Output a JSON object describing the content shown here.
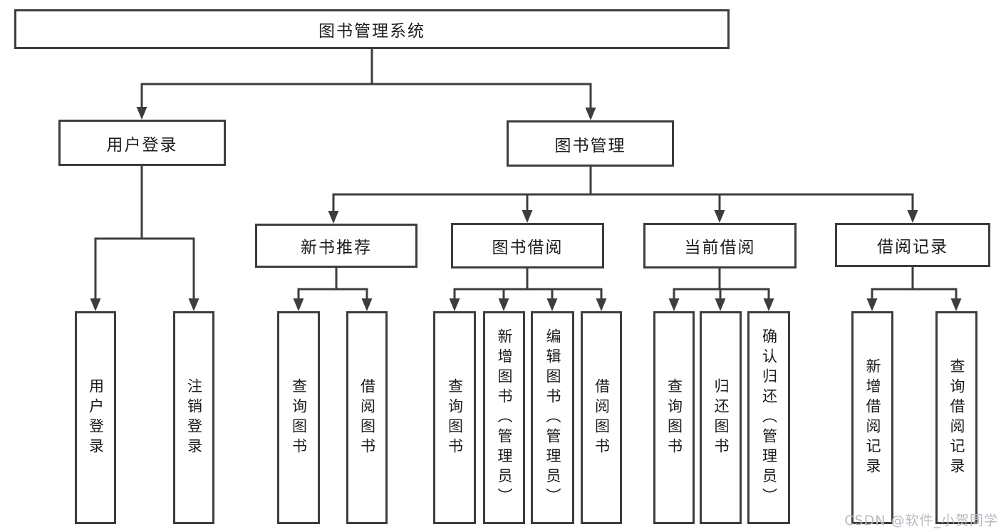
{
  "diagram": {
    "root": {
      "label": "图书管理系统"
    },
    "branches": [
      {
        "label": "用户登录",
        "children": [
          {
            "label": "用户登录"
          },
          {
            "label": "注销登录"
          }
        ]
      },
      {
        "label": "图书管理",
        "children": [
          {
            "label": "新书推荐",
            "children": [
              {
                "label": "查询图书"
              },
              {
                "label": "借阅图书"
              }
            ]
          },
          {
            "label": "图书借阅",
            "children": [
              {
                "label": "查询图书"
              },
              {
                "label": "新增图书（管理员）"
              },
              {
                "label": "编辑图书（管理员）"
              },
              {
                "label": "借阅图书"
              }
            ]
          },
          {
            "label": "当前借阅",
            "children": [
              {
                "label": "查询图书"
              },
              {
                "label": "归还图书"
              },
              {
                "label": "确认归还（管理员）"
              }
            ]
          },
          {
            "label": "借阅记录",
            "children": [
              {
                "label": "新增借阅记录"
              },
              {
                "label": "查询借阅记录"
              }
            ]
          }
        ]
      }
    ]
  },
  "watermark": {
    "text": "CSDN @软件_小贺同学"
  },
  "colors": {
    "line": "#3d3d3d",
    "border": "#3d3d3d",
    "text": "#1c1c1c",
    "background": "#ffffff",
    "watermark": "#b5bac0"
  }
}
